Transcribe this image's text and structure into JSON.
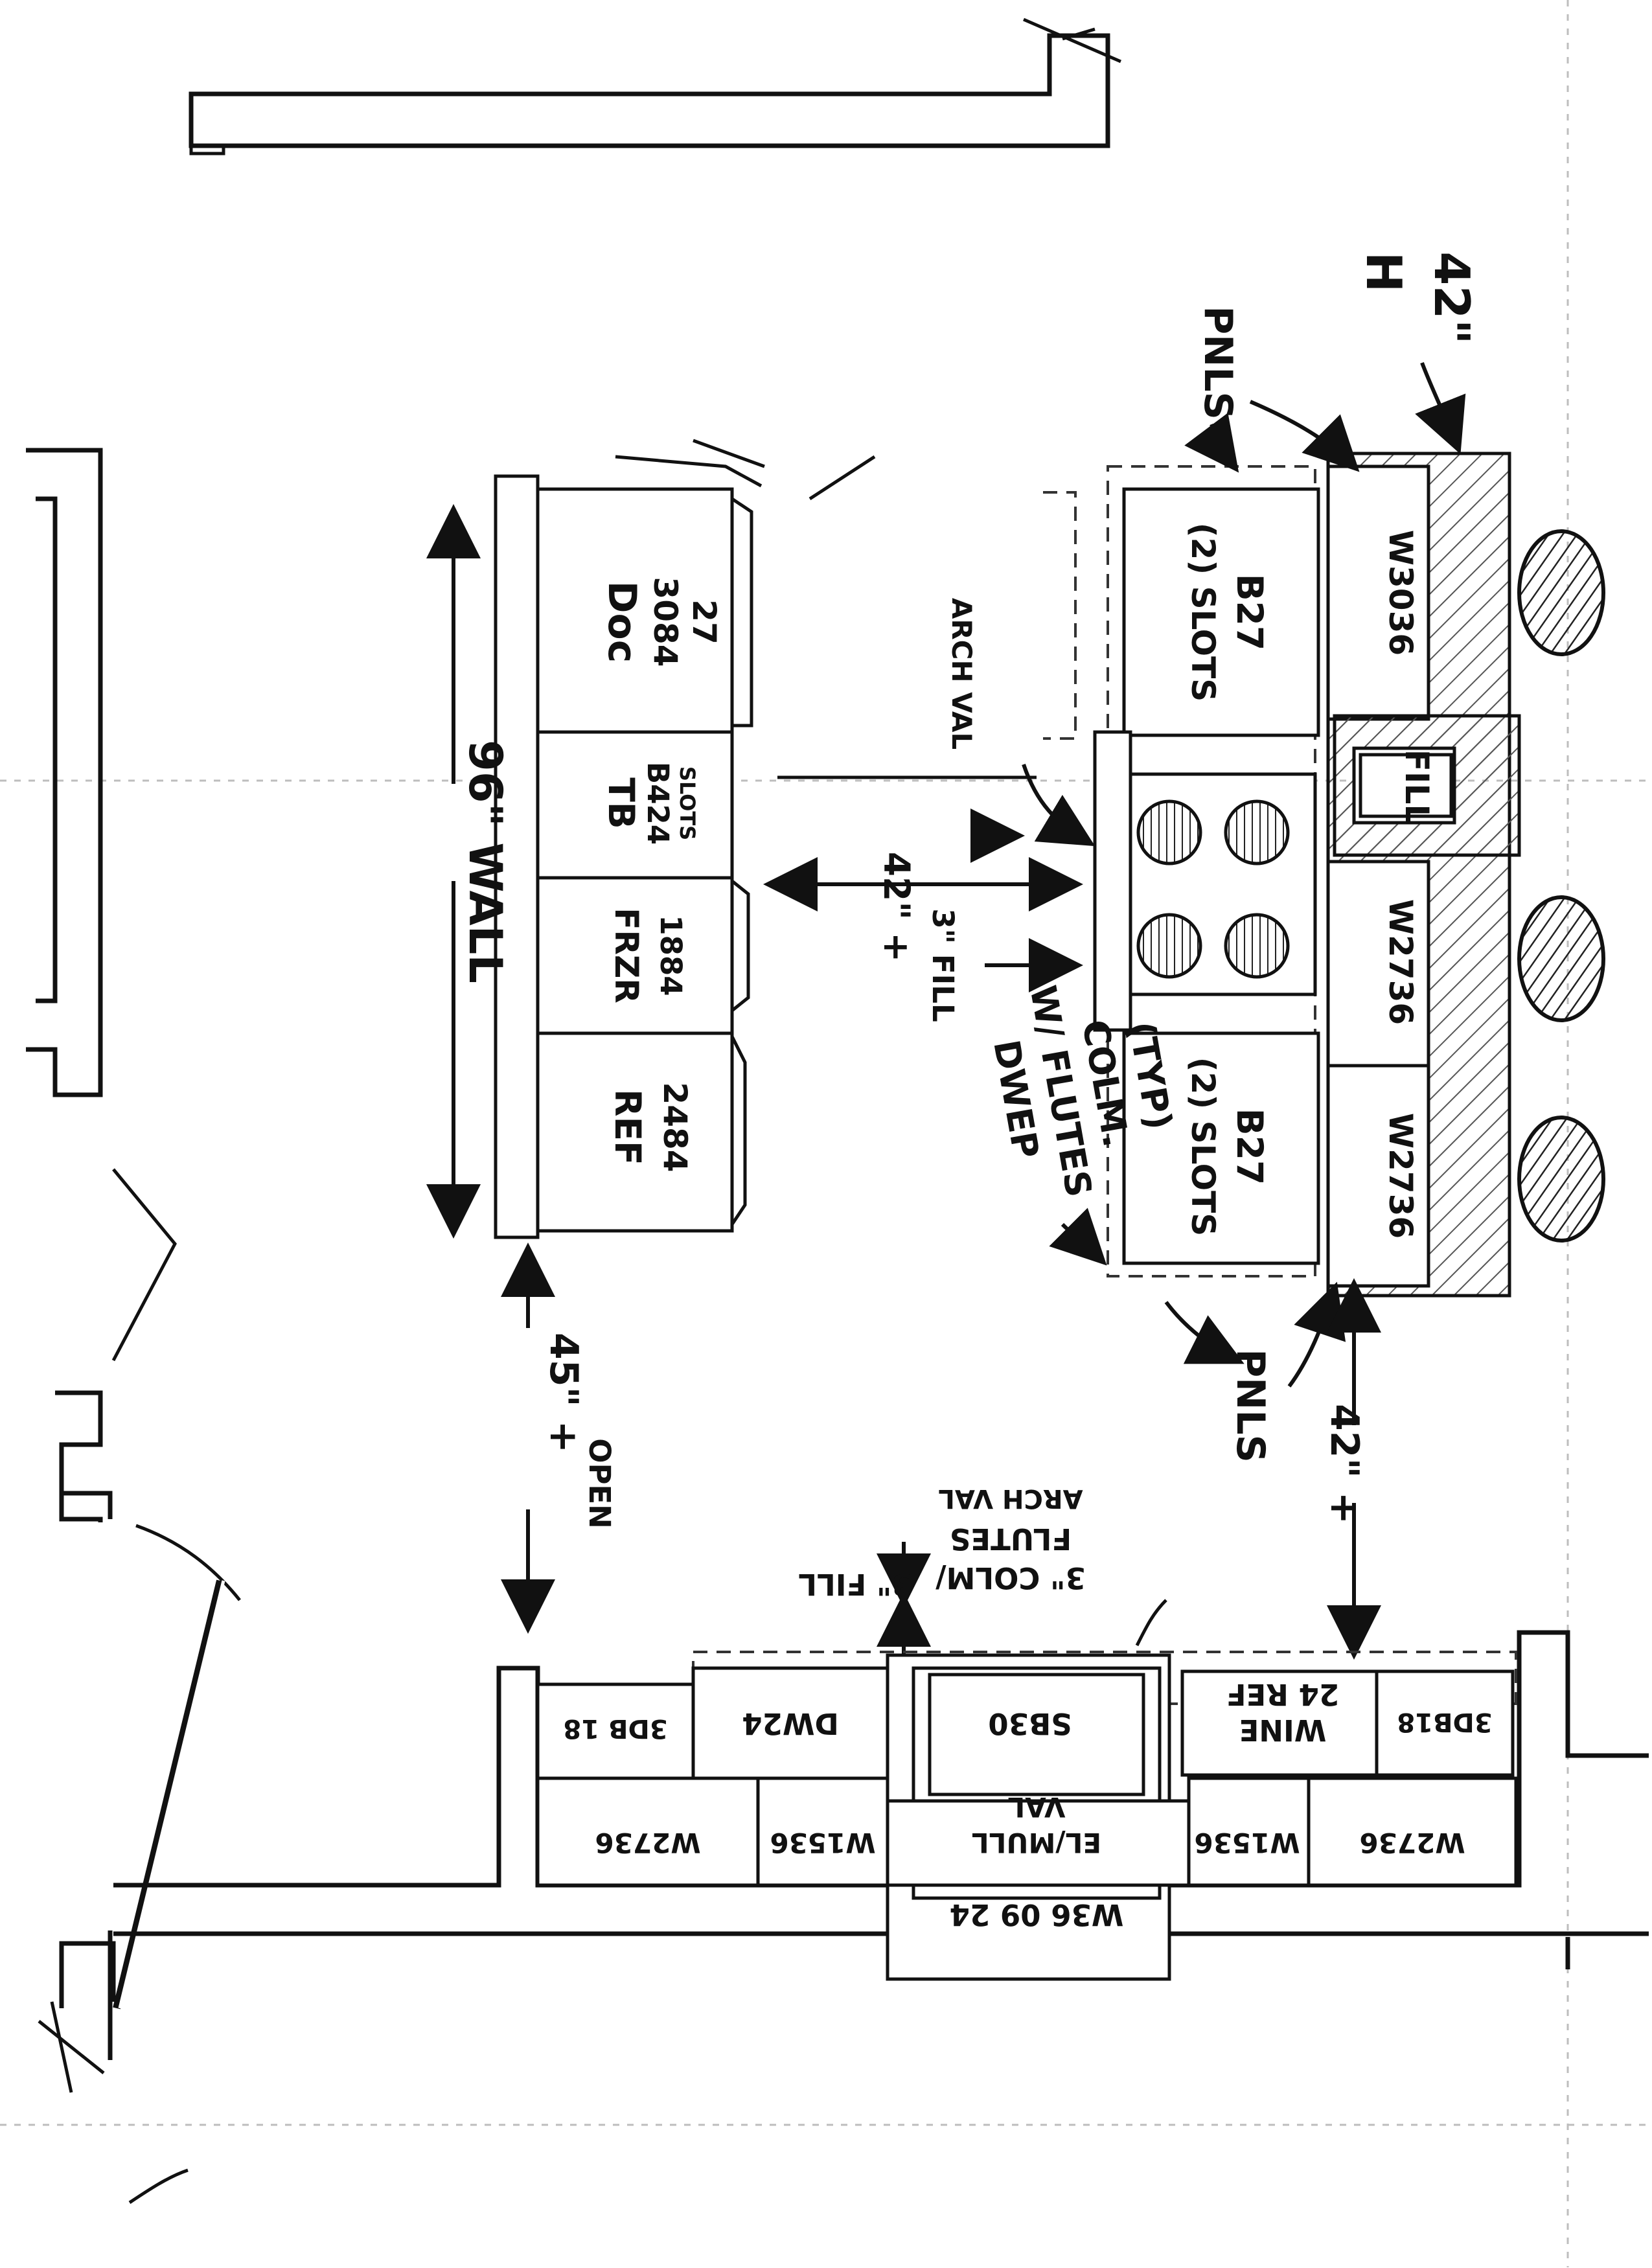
{
  "colors": {
    "ink": "#111111",
    "paper": "#ffffff",
    "hatch": "#555555"
  },
  "labels": {
    "wall_96": "96\" WALL",
    "doc": "Doc",
    "doc_size": "3084",
    "doc_depth": "27",
    "tb": "TB",
    "tb_size": "B424",
    "tb_slots": "SLOTS",
    "frz": "FRZR",
    "frz_size": "1884",
    "ref": "REF",
    "ref_size": "2484",
    "arch_val": "ARCH VAL",
    "aisle_42_top": "42\" +",
    "fill_3_top": "3\" FILL",
    "dwep": "DWEP",
    "w_flutes": "W/ FLUTES",
    "colm": "COLM.",
    "typ": "(TYP)",
    "b27_top": "B27",
    "slots_top": "(2) SLOTS",
    "b27_bottom": "B27",
    "slots_bottom": "(2) SLOTS",
    "w3036": "W3036",
    "w2736_a": "W2736",
    "w2736_b": "W2736",
    "fill": "FILL",
    "pnls_top": "PNLS",
    "pnls_bottom": "PNLS",
    "h42": "42\"",
    "h_letter": "H",
    "aisle_45": "45\" +",
    "open": "OPEN",
    "aisle_42_bottom": "42\" +",
    "colm_flutes": "3\" COLM/",
    "flutes": "FLUTES",
    "arch_val_2": "ARCH VAL",
    "fill_3_bottom": "3\" FILL",
    "sb30": "SB30",
    "dw24": "DW24",
    "db18": "3DB 18",
    "wine": "WINE",
    "ref24": "24 REF",
    "db18_r": "3DB18",
    "w2736_l": "W2736",
    "w1536_l": "W1536",
    "el_mull": "EL/MULL",
    "val": "VAL",
    "w1536_r": "W1536",
    "w2736_r": "W2736",
    "w36": "W36 09 24"
  }
}
